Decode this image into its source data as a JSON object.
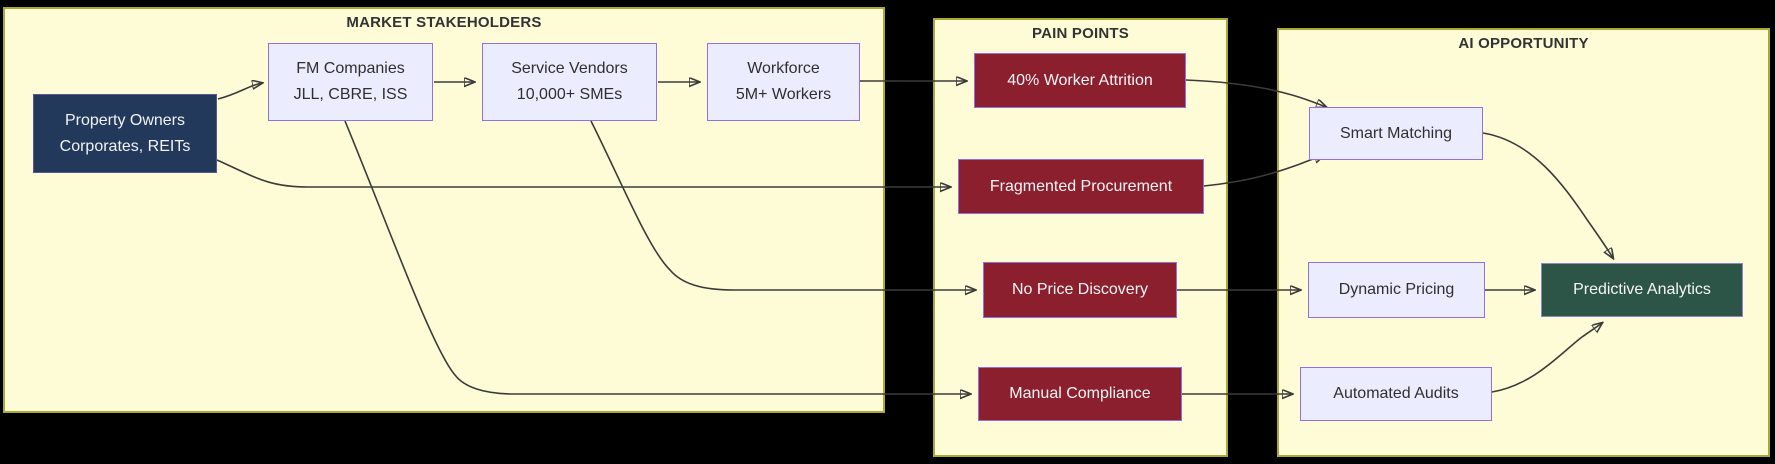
{
  "diagram": {
    "clusters": {
      "market_stakeholders": {
        "title": "MARKET STAKEHOLDERS"
      },
      "pain_points": {
        "title": "PAIN POINTS"
      },
      "ai_opportunity": {
        "title": "AI OPPORTUNITY"
      }
    },
    "nodes": {
      "property_owners": {
        "line1": "Property Owners",
        "line2": "Corporates, REITs"
      },
      "fm_companies": {
        "line1": "FM Companies",
        "line2": "JLL, CBRE, ISS"
      },
      "service_vendors": {
        "line1": "Service Vendors",
        "line2": "10,000+ SMEs"
      },
      "workforce": {
        "line1": "Workforce",
        "line2": "5M+ Workers"
      },
      "worker_attrition": {
        "label": "40% Worker Attrition"
      },
      "fragmented_procurement": {
        "label": "Fragmented Procurement"
      },
      "no_price_discovery": {
        "label": "No Price Discovery"
      },
      "manual_compliance": {
        "label": "Manual Compliance"
      },
      "smart_matching": {
        "label": "Smart Matching"
      },
      "dynamic_pricing": {
        "label": "Dynamic Pricing"
      },
      "automated_audits": {
        "label": "Automated Audits"
      },
      "predictive_analytics": {
        "label": "Predictive Analytics"
      }
    },
    "edges": [
      {
        "from": "Property Owners",
        "to": "FM Companies"
      },
      {
        "from": "FM Companies",
        "to": "Service Vendors"
      },
      {
        "from": "Service Vendors",
        "to": "Workforce"
      },
      {
        "from": "Workforce",
        "to": "40% Worker Attrition"
      },
      {
        "from": "Property Owners",
        "to": "Fragmented Procurement"
      },
      {
        "from": "Service Vendors",
        "to": "No Price Discovery"
      },
      {
        "from": "FM Companies",
        "to": "Manual Compliance"
      },
      {
        "from": "40% Worker Attrition",
        "to": "Smart Matching"
      },
      {
        "from": "Fragmented Procurement",
        "to": "Smart Matching"
      },
      {
        "from": "No Price Discovery",
        "to": "Dynamic Pricing"
      },
      {
        "from": "Manual Compliance",
        "to": "Automated Audits"
      },
      {
        "from": "Smart Matching",
        "to": "Predictive Analytics"
      },
      {
        "from": "Dynamic Pricing",
        "to": "Predictive Analytics"
      },
      {
        "from": "Automated Audits",
        "to": "Predictive Analytics"
      }
    ],
    "colors": {
      "background": "#000000",
      "cluster_fill": "#fdfcd7",
      "cluster_border": "#aaaa33",
      "node_fill_lavender": "#ececff",
      "node_border_purple": "#9370db",
      "node_fill_navy": "#22395c",
      "node_fill_maroon": "#8b1f2e",
      "node_fill_green": "#2d5547",
      "edge_color": "#3b3b3b",
      "text_dark": "#2f2f2f",
      "text_light": "#f2f2f2"
    }
  }
}
